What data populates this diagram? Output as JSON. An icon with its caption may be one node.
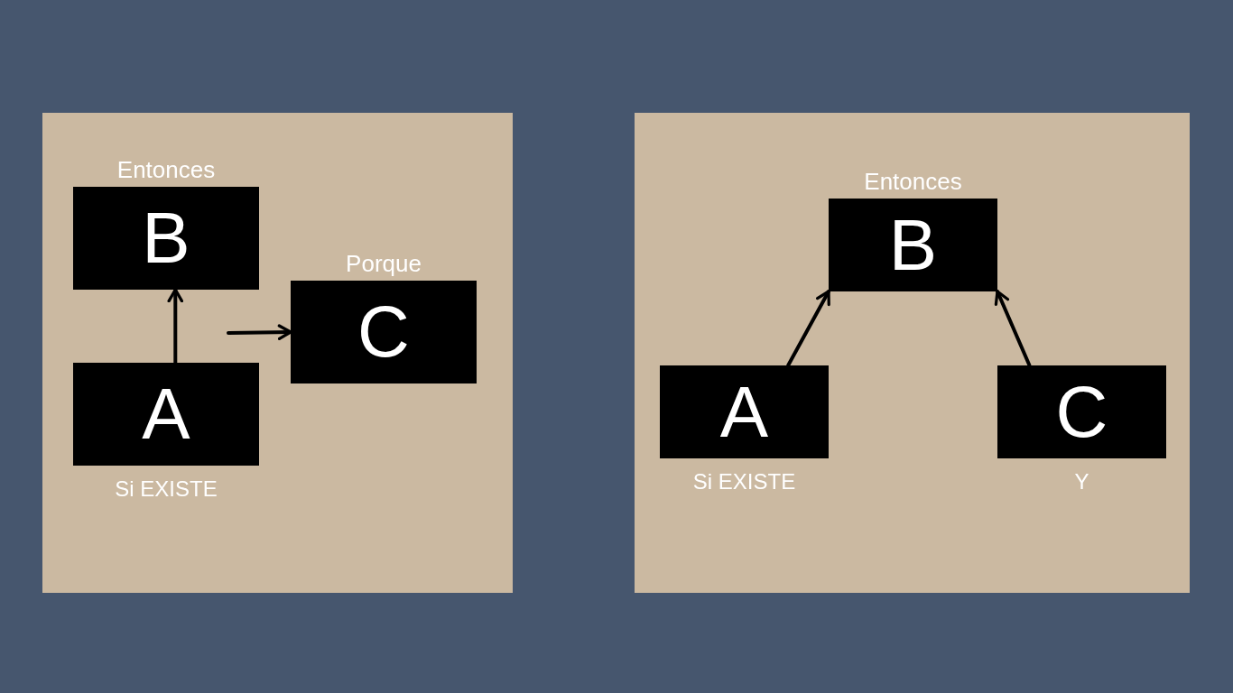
{
  "diagram": {
    "nodes": [
      {
        "text": [],
        "shape": "box"
      },
      {
        "text": [
          "Entonces",
          "B"
        ],
        "in": 0
      },
      {
        "text": [
          "Porque",
          "C"
        ],
        "in": 0
      },
      {
        "text": [
          "A"
        ],
        "in": 0,
        "beside": [
          "Si EXISTE"
        ]
      },
      {
        "text": [],
        "shape": "box"
      },
      {
        "text": [
          "Entonces",
          "B"
        ],
        "in": 4
      },
      {
        "text": [
          "A"
        ],
        "in": 4,
        "beside": [
          "Si EXISTE"
        ]
      },
      {
        "text": [
          "C"
        ],
        "in": 4,
        "beside": [
          "Y"
        ]
      }
    ],
    "edges": [
      {
        "from": 3,
        "to": 1,
        "arrow": "to"
      },
      {
        "from": null,
        "to": 2,
        "arrow": "to"
      },
      {
        "from": 6,
        "to": 5,
        "arrow": "to"
      },
      {
        "from": 7,
        "to": 5,
        "arrow": "to"
      }
    ]
  }
}
